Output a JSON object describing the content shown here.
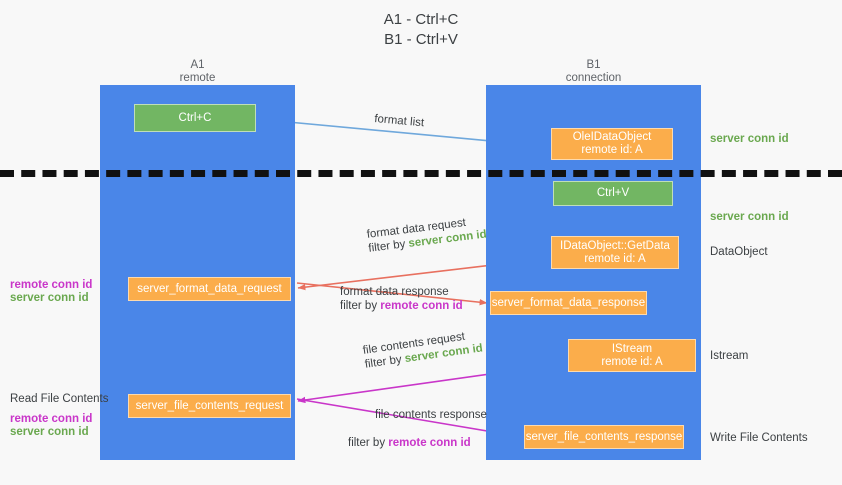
{
  "title": "A1 - Ctrl+C\nB1 - Ctrl+V",
  "lanes": [
    {
      "id": "a1",
      "line1": "A1",
      "line2": "remote"
    },
    {
      "id": "b1",
      "line1": "B1",
      "line2": "connection"
    }
  ],
  "nodes": {
    "ctrl_c": {
      "line1": "Ctrl+C",
      "line2": ""
    },
    "ole_dataobject": {
      "line1": "OleIDataObject",
      "line2": "remote id: A"
    },
    "ctrl_v": {
      "line1": "Ctrl+V",
      "line2": ""
    },
    "getdata": {
      "line1": "IDataObject::GetData",
      "line2": "remote id: A"
    },
    "istream": {
      "line1": "IStream",
      "line2": "remote id: A"
    },
    "fmt_req": {
      "line1": "server_format_data_request",
      "line2": ""
    },
    "fmt_resp": {
      "line1": "server_format_data_response",
      "line2": ""
    },
    "file_req": {
      "line1": "server_file_contents_request",
      "line2": ""
    },
    "file_resp": {
      "line1": "server_file_contents_response",
      "line2": ""
    }
  },
  "edge_labels": {
    "format_list": "format list",
    "fmt_req_l1": "format data request",
    "fmt_req_l2_prefix": "filter by ",
    "fmt_req_l2_key": "server conn id",
    "fmt_resp_l1": "format data response",
    "fmt_resp_l2_prefix": "filter by ",
    "fmt_resp_l2_key": "remote conn id",
    "file_req_l1": "file contents request",
    "file_req_l2_prefix": "filter by ",
    "file_req_l2_key": "server conn id",
    "file_resp_l1": "file contents response",
    "file_resp_l2_prefix": "filter by ",
    "file_resp_l2_key": "remote conn id"
  },
  "annotations": {
    "server_conn_id_top": "server conn id",
    "server_conn_id_mid": "server conn id",
    "dataobject": "DataObject",
    "istream": "Istream",
    "write_file_contents": "Write File Contents",
    "read_file_contents": "Read File Contents",
    "left_remote_conn_id_1": "remote conn id",
    "left_server_conn_id_1": "server conn id",
    "left_remote_conn_id_2": "remote conn id",
    "left_server_conn_id_2": "server conn id"
  },
  "colors": {
    "lane": "#4a86e8",
    "green_node": "#72b663",
    "orange_node": "#fbad4b",
    "green_text": "#6aa84f",
    "magenta_text": "#c936c9",
    "arrow_blue": "#6fa8dc",
    "arrow_red": "#e8705f",
    "arrow_magenta": "#c936c9",
    "arrow_black": "#111111",
    "background": "#f8f8f8"
  }
}
